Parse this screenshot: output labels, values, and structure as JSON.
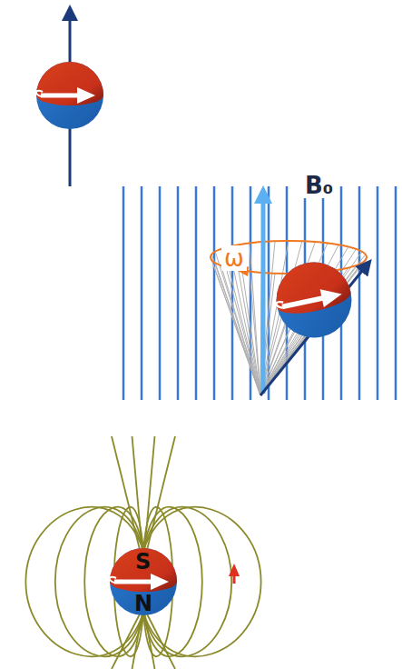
{
  "diagram": {
    "labels": [
      "B₀",
      "ω",
      "S",
      "N"
    ]
  }
}
